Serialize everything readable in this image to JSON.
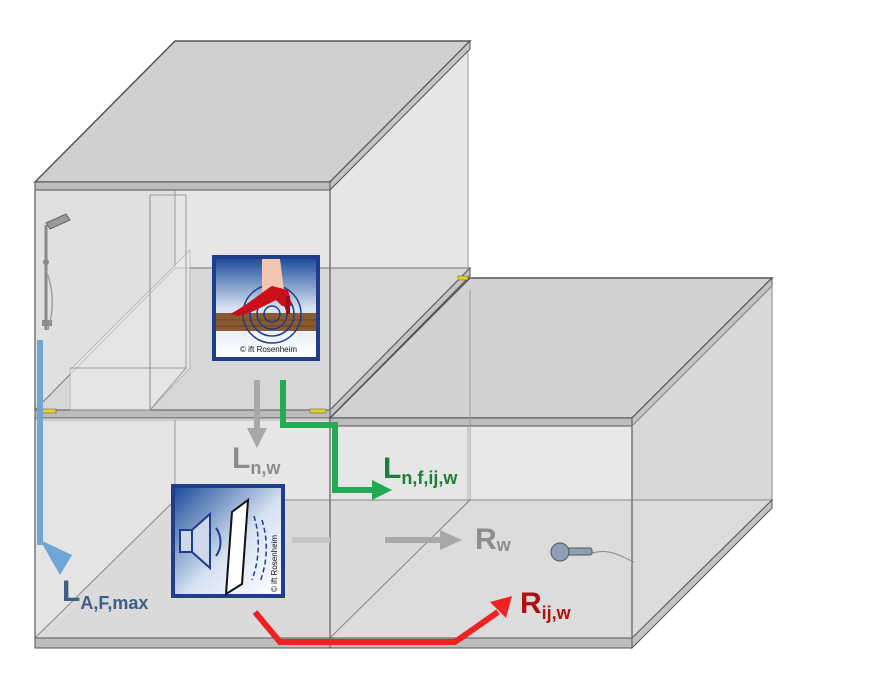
{
  "labels": {
    "impact_direct": {
      "main": "L",
      "sub": "n,w"
    },
    "impact_flanking": {
      "main": "L",
      "sub": "n,f,ij,w"
    },
    "shower_noise": {
      "main": "L",
      "sub": "A,F,max"
    },
    "airborne_direct": {
      "main": "R",
      "sub": "w"
    },
    "airborne_flanking": {
      "main": "R",
      "sub": "ij,w"
    }
  },
  "copyright": "© ift Rosenheim",
  "colors": {
    "gray_arrow": "#a8a8a8",
    "green_arrow": "#22aa55",
    "red_arrow": "#ee2222",
    "blue_arrow": "#6ea6d6",
    "label_gray": "#8c8c8c",
    "label_green": "#1e7e34",
    "label_red": "#b01010",
    "label_blue": "#3d5f86",
    "panel_border": "#1f3d8a",
    "room_fill": "#e3e3e3"
  },
  "icons": [
    "high-heel-impact-icon",
    "loudspeaker-icon",
    "microphone-icon",
    "shower-icon"
  ]
}
